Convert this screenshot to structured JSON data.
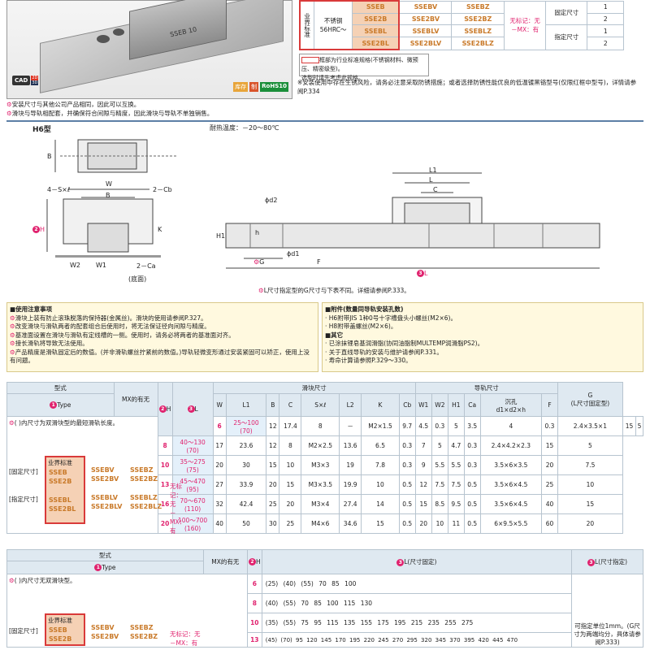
{
  "header": {
    "badges": [
      "库存",
      "制",
      "RoHS10"
    ],
    "cad": "CAD",
    "cad_2d": "2D",
    "cad_3d": "3D",
    "notes": [
      "安装尺寸与其他公司产品相同，因此可以互换。",
      "滑块与导轨相配套，并确保符合间隙与精度，因此滑块与导轨不单独销售。"
    ],
    "rail_text": "SSEB 10"
  },
  "spec_table": {
    "industry": "业界标准",
    "material": "不锈钢",
    "hardness": "56HRC～",
    "rows": [
      [
        "SSEB",
        "SSEBV",
        "SSEBZ"
      ],
      [
        "SSE2B",
        "SSE2BV",
        "SSE2BZ"
      ],
      [
        "SSEBL",
        "SSEBLV",
        "SSEBLZ"
      ],
      [
        "SSE2BL",
        "SSE2BLV",
        "SSE2BLZ"
      ]
    ],
    "mx_note": "无标记：无",
    "mx_note2": "－MX：有",
    "fix_label": "固定尺寸",
    "spec_label": "指定尺寸",
    "counts": [
      "1",
      "2",
      "1",
      "2"
    ],
    "legend": "框部为行业标准规格(不锈钢材料、微预压、精密级型)。",
    "legend2": "选型时请先考虑此规格。",
    "note": "※安装使用中存在生锈风险，请务必注意采取防锈措施；或者选择防锈性能优良的低温镀黑铬型号(仅限红框中型号)，详情请参阅P.334"
  },
  "drawing": {
    "title": "H6型",
    "temp": "耐热温度：－20～80℃",
    "labels": {
      "W": "W",
      "B": "B",
      "S": "4－S×ℓ",
      "Cb": "2－Cb",
      "Ca": "2－Ca",
      "W2": "W2",
      "W1": "W1",
      "K": "K",
      "H": "H",
      "base": "(底面)",
      "L1": "L1",
      "L": "L",
      "C": "C",
      "d2": "ϕd2",
      "d1": "ϕd1",
      "h": "h",
      "H1": "H1",
      "G": "G",
      "F": "F",
      "Lc": "L",
      "Bb": "B"
    },
    "footnote": "L尺寸指定型的G尺寸与下表不同。详细请参阅P.333。"
  },
  "notes_left": {
    "title": "■使用注意事项",
    "items": [
      "滑块上装有防止滚珠脱落的保持器(金属丝)。滑块的使用请参阅P.327。",
      "改变滑块与滑轨两者的配套组合后使用时，将无法保证径向间隙与精度。",
      "基准面设置在滑块与滑轨有定线槽的一侧。使用时，请务必将两者的基准面对齐。",
      "接长滑轨将导致无法使用。",
      "产品精度是滑轨固定后的数值。(并非滑轨螺丝拧紧前的数值。)导轨轻微变形通过安装紧固可以矫正，使用上没有问题。"
    ]
  },
  "notes_right": {
    "title1": "■附件(数量同导轨安装孔数)",
    "items1": [
      "H6附带JIS 1种0号十字槽盘头小螺丝(M2×6)。",
      "H8附带盖螺丝(M2×6)。"
    ],
    "title2": "■其它",
    "items2": [
      "已涂抹锂皂基润滑脂(协同油脂制MULTEMP润滑脂PS2)。",
      "关于直线导轨的安装与维护请参阅P.331。",
      "寿命计算请参照P.329～330。"
    ]
  },
  "table1": {
    "h_type": "型式",
    "h_type2": "Type",
    "h_mx": "MX的有无",
    "h_h": "H",
    "h_l": "L",
    "h_block": "滑块尺寸",
    "h_rail": "导轨尺寸",
    "cols": [
      "W",
      "L1",
      "B",
      "C",
      "S×ℓ",
      "L2",
      "K",
      "Cb",
      "W1",
      "W2",
      "H1",
      "Ca",
      "d1×d2×h",
      "F"
    ],
    "h_sink": "沉孔",
    "h_g": "G",
    "h_g2": "(L尺寸固定型)",
    "paren_note": "( )内尺寸为双滑块型的最短滑轨长度。",
    "fix": "[固定尺寸]",
    "spec": "[指定尺寸]",
    "rows": [
      [
        "6",
        "25～100",
        "(70)",
        "12",
        "17.4",
        "8",
        "－",
        "M2×1.5",
        "9.7",
        "4.5",
        "0.3",
        "5",
        "3.5",
        "4",
        "0.3",
        "2.4×3.5×1",
        "15",
        "5"
      ],
      [
        "8",
        "40～130",
        "(70)",
        "17",
        "23.6",
        "12",
        "8",
        "M2×2.5",
        "13.6",
        "6.5",
        "0.3",
        "7",
        "5",
        "4.7",
        "0.3",
        "2.4×4.2×2.3",
        "15",
        "5"
      ],
      [
        "10",
        "35～275",
        "(75)",
        "20",
        "30",
        "15",
        "10",
        "M3×3",
        "19",
        "7.8",
        "0.3",
        "9",
        "5.5",
        "5.5",
        "0.3",
        "3.5×6×3.5",
        "20",
        "7.5"
      ],
      [
        "13",
        "45～470",
        "(95)",
        "27",
        "33.9",
        "20",
        "15",
        "M3×3.5",
        "19.9",
        "10",
        "0.5",
        "12",
        "7.5",
        "7.5",
        "0.5",
        "3.5×6×4.5",
        "25",
        "10"
      ],
      [
        "16",
        "70～670",
        "(110)",
        "32",
        "42.4",
        "25",
        "20",
        "M3×4",
        "27.4",
        "14",
        "0.5",
        "15",
        "8.5",
        "9.5",
        "0.5",
        "3.5×6×4.5",
        "40",
        "15"
      ],
      [
        "20",
        "100～700",
        "(160)",
        "40",
        "50",
        "30",
        "25",
        "M4×6",
        "34.6",
        "15",
        "0.5",
        "20",
        "10",
        "11",
        "0.5",
        "6×9.5×5.5",
        "60",
        "20"
      ]
    ]
  },
  "table2": {
    "h_type": "型式",
    "h_type2": "Type",
    "h_mx": "MX的有无",
    "h_h": "H",
    "h_lf": "L(尺寸固定)",
    "h_ls": "L(尺寸指定)",
    "paren_note": "( )内尺寸无双滑块型。",
    "rows": [
      [
        "6",
        "(25)",
        "(40)",
        "(55)",
        "70",
        "85",
        "100"
      ],
      [
        "8",
        "(40)",
        "(55)",
        "70",
        "85",
        "100",
        "115",
        "130"
      ],
      [
        "10",
        "(35)",
        "(55)",
        "75",
        "95",
        "115",
        "135",
        "155",
        "175",
        "195",
        "215",
        "235",
        "255",
        "275"
      ],
      [
        "13",
        "(45)",
        "(70)",
        "95",
        "120",
        "145",
        "170",
        "195",
        "220",
        "245",
        "270",
        "295",
        "320",
        "345",
        "370",
        "395",
        "420",
        "445",
        "470"
      ]
    ],
    "spec_note": "可指定单位1mm。(G尺寸为两端均分，具体请参阅P.333)"
  }
}
